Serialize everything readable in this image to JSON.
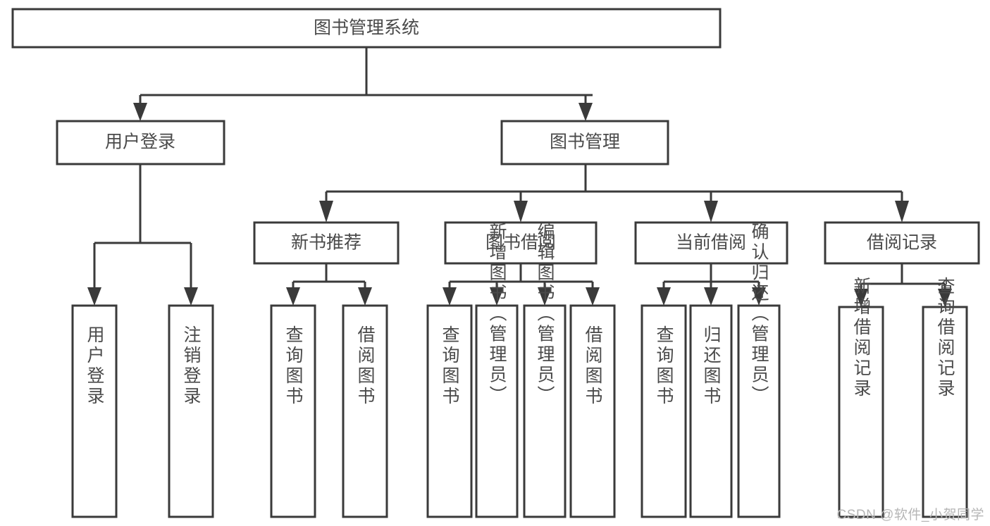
{
  "diagram": {
    "type": "tree",
    "title": "图书管理系统",
    "root": {
      "id": "root",
      "label": "图书管理系统",
      "orientation": "horizontal"
    },
    "level2": [
      {
        "id": "user-login",
        "label": "用户登录",
        "orientation": "horizontal"
      },
      {
        "id": "book-manage",
        "label": "图书管理",
        "orientation": "horizontal"
      }
    ],
    "level3": [
      {
        "id": "new-book-recommend",
        "label": "新书推荐",
        "orientation": "horizontal",
        "parent": "book-manage"
      },
      {
        "id": "book-borrow",
        "label": "图书借阅",
        "orientation": "horizontal",
        "parent": "book-manage"
      },
      {
        "id": "current-borrow",
        "label": "当前借阅",
        "orientation": "horizontal",
        "parent": "book-manage"
      },
      {
        "id": "borrow-record",
        "label": "借阅记录",
        "orientation": "horizontal",
        "parent": "book-manage"
      }
    ],
    "leaves": [
      {
        "id": "leaf-user-login",
        "label": "用户登录",
        "orientation": "vertical",
        "parent": "user-login"
      },
      {
        "id": "leaf-logout-login",
        "label": "注销登录",
        "orientation": "vertical",
        "parent": "user-login"
      },
      {
        "id": "leaf-query-book-1",
        "label": "查询图书",
        "orientation": "vertical",
        "parent": "new-book-recommend"
      },
      {
        "id": "leaf-borrow-book-1",
        "label": "借阅图书",
        "orientation": "vertical",
        "parent": "new-book-recommend"
      },
      {
        "id": "leaf-query-book-2",
        "label": "查询图书",
        "orientation": "vertical",
        "parent": "book-borrow"
      },
      {
        "id": "leaf-add-book-admin",
        "label": "新增图书（管理员）",
        "orientation": "vertical",
        "parent": "book-borrow"
      },
      {
        "id": "leaf-edit-book-admin",
        "label": "编辑图书（管理员）",
        "orientation": "vertical",
        "parent": "book-borrow"
      },
      {
        "id": "leaf-borrow-book-2",
        "label": "借阅图书",
        "orientation": "vertical",
        "parent": "book-borrow"
      },
      {
        "id": "leaf-query-book-3",
        "label": "查询图书",
        "orientation": "vertical",
        "parent": "current-borrow"
      },
      {
        "id": "leaf-return-book",
        "label": "归还图书",
        "orientation": "vertical",
        "parent": "current-borrow"
      },
      {
        "id": "leaf-confirm-return-admin",
        "label": "确认归还（管理员）",
        "orientation": "vertical",
        "parent": "current-borrow"
      },
      {
        "id": "leaf-add-borrow-record",
        "label": "新增借阅记录",
        "orientation": "vertical",
        "parent": "borrow-record"
      },
      {
        "id": "leaf-query-borrow-record",
        "label": "查询借阅记录",
        "orientation": "vertical",
        "parent": "borrow-record"
      }
    ],
    "colors": {
      "stroke": "#3a3a3a",
      "fill": "#ffffff",
      "text": "#4a4a4a",
      "watermark": "#b6b6b6",
      "background": "#ffffff"
    }
  },
  "watermark": {
    "text": "CSDN @软件_小贺同学"
  }
}
